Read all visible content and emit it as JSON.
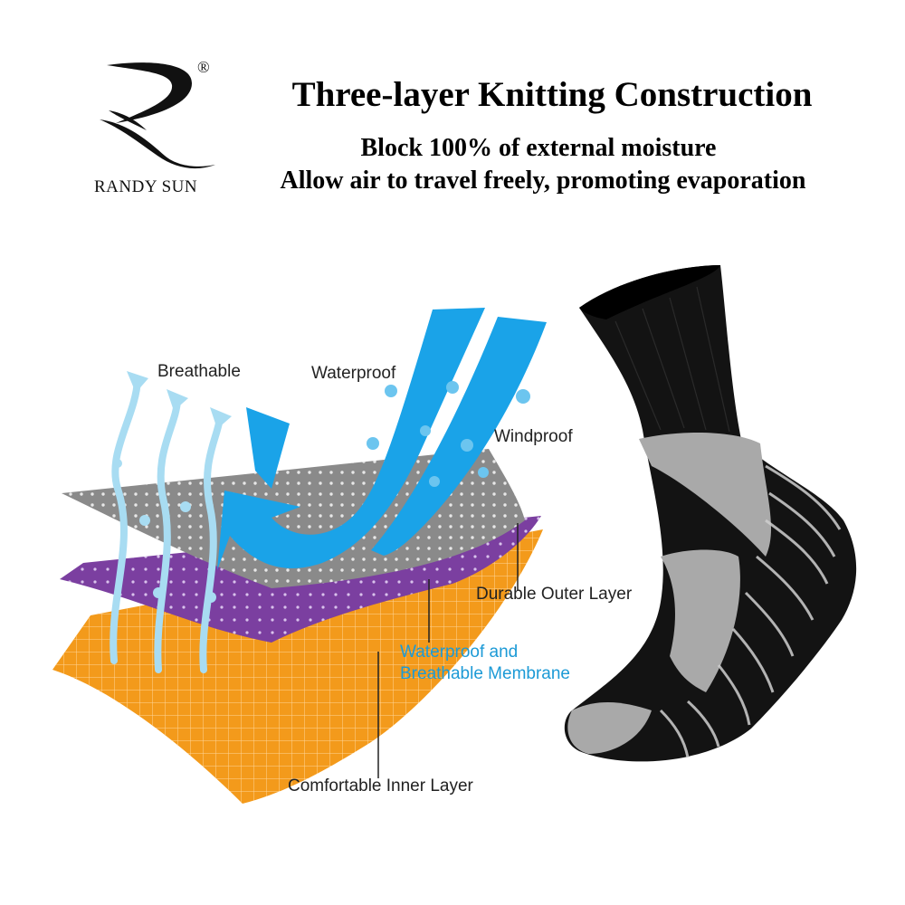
{
  "brand": {
    "name": "RANDY SUN",
    "registered_mark": "®"
  },
  "heading": {
    "title": "Three-layer Knitting Construction",
    "line1": "Block 100% of external moisture",
    "line2": "Allow air to travel freely, promoting evaporation"
  },
  "diagram": {
    "labels": {
      "breathable": "Breathable",
      "waterproof": "Waterproof",
      "windproof": "Windproof",
      "outer_layer": "Durable Outer Layer",
      "membrane_line1": "Waterproof and",
      "membrane_line2": "Breathable Membrane",
      "inner_layer": "Comfortable Inner Layer"
    },
    "colors": {
      "outer_layer": "#8a8a8a",
      "membrane": "#7b3fa0",
      "inner_layer": "#f39a1b",
      "water_arrow": "#1aa3e8",
      "air_arrow": "#a8dcf2",
      "membrane_label": "#1c9ad6"
    }
  },
  "product": {
    "name": "sock",
    "colors": {
      "base": "#111111",
      "accent": "#a9a9a9"
    }
  }
}
